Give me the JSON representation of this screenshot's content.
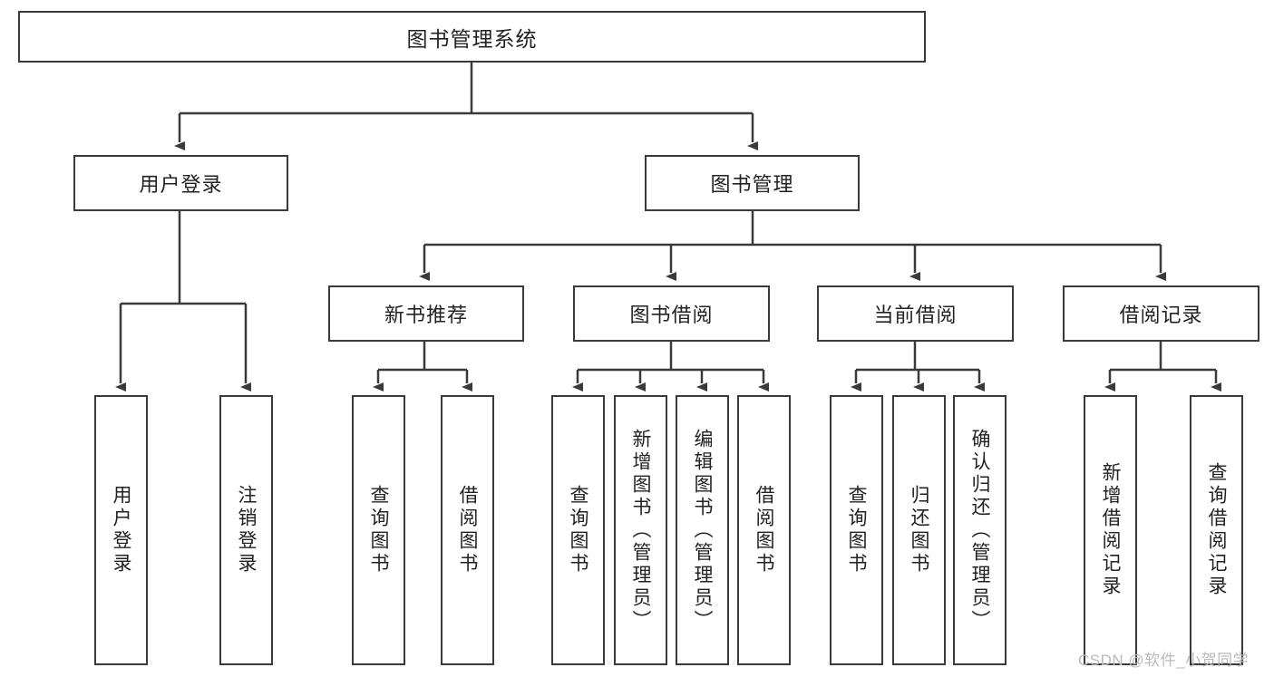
{
  "diagram": {
    "title": "图书管理系统",
    "type": "tree-hierarchy-chart",
    "watermark": "CSDN @软件_小贺同学",
    "colors": {
      "stroke": "#3a3a3a",
      "text": "#222222",
      "background": "#ffffff",
      "watermark": "#b9b9b9"
    },
    "levels": {
      "root": "图书管理系统",
      "level1": [
        "用户登录",
        "图书管理"
      ],
      "level2": [
        "新书推荐",
        "图书借阅",
        "当前借阅",
        "借阅记录"
      ]
    },
    "nodes": {
      "root": {
        "label": "图书管理系统"
      },
      "user_login": {
        "label": "用户登录"
      },
      "book_manage": {
        "label": "图书管理"
      },
      "new_book_rec": {
        "label": "新书推荐"
      },
      "book_borrow": {
        "label": "图书借阅"
      },
      "current_borrow": {
        "label": "当前借阅"
      },
      "borrow_record": {
        "label": "借阅记录"
      },
      "leaf_user_login": {
        "label": "用户登录"
      },
      "leaf_logout": {
        "label": "注销登录"
      },
      "leaf_query_book_1": {
        "label": "查询图书"
      },
      "leaf_borrow_book_1": {
        "label": "借阅图书"
      },
      "leaf_query_book_2": {
        "label": "查询图书"
      },
      "leaf_add_book": {
        "label": "新增图书（管理员）"
      },
      "leaf_edit_book": {
        "label": "编辑图书（管理员）"
      },
      "leaf_borrow_book_2": {
        "label": "借阅图书"
      },
      "leaf_query_book_3": {
        "label": "查询图书"
      },
      "leaf_return_book": {
        "label": "归还图书"
      },
      "leaf_confirm_return": {
        "label": "确认归还（管理员）"
      },
      "leaf_add_record": {
        "label": "新增借阅记录"
      },
      "leaf_query_record": {
        "label": "查询借阅记录"
      }
    },
    "edges": [
      {
        "from": "root",
        "to": "user_login"
      },
      {
        "from": "root",
        "to": "book_manage"
      },
      {
        "from": "user_login",
        "to": "leaf_user_login"
      },
      {
        "from": "user_login",
        "to": "leaf_logout"
      },
      {
        "from": "book_manage",
        "to": "new_book_rec"
      },
      {
        "from": "book_manage",
        "to": "book_borrow"
      },
      {
        "from": "book_manage",
        "to": "current_borrow"
      },
      {
        "from": "book_manage",
        "to": "borrow_record"
      },
      {
        "from": "new_book_rec",
        "to": "leaf_query_book_1"
      },
      {
        "from": "new_book_rec",
        "to": "leaf_borrow_book_1"
      },
      {
        "from": "book_borrow",
        "to": "leaf_query_book_2"
      },
      {
        "from": "book_borrow",
        "to": "leaf_add_book"
      },
      {
        "from": "book_borrow",
        "to": "leaf_edit_book"
      },
      {
        "from": "book_borrow",
        "to": "leaf_borrow_book_2"
      },
      {
        "from": "current_borrow",
        "to": "leaf_query_book_3"
      },
      {
        "from": "current_borrow",
        "to": "leaf_return_book"
      },
      {
        "from": "current_borrow",
        "to": "leaf_confirm_return"
      },
      {
        "from": "borrow_record",
        "to": "leaf_add_record"
      },
      {
        "from": "borrow_record",
        "to": "leaf_query_record"
      }
    ]
  }
}
